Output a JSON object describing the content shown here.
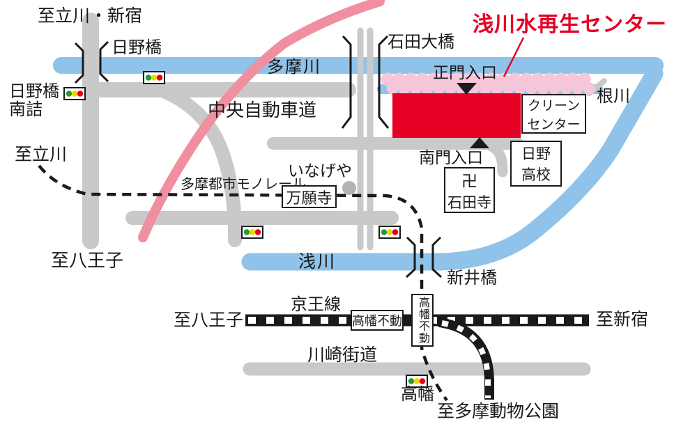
{
  "title": {
    "text": "浅川水再生センター",
    "color": "#e60023"
  },
  "labels": {
    "to_tachikawa_shinjuku": "至立川・新宿",
    "hinobashi": "日野橋",
    "hinobashi_minamizume_l1": "日野橋",
    "hinobashi_minamizume_l2": "南詰",
    "tamagawa": "多摩川",
    "ishida_ohashi": "石田大橋",
    "seimon_iriguchi": "正門入口",
    "negawa": "根川",
    "clean_center_l1": "クリーン",
    "clean_center_l2": "センター",
    "chuo_expressway": "中央自動車道",
    "to_tachikawa": "至立川",
    "tama_monorail": "多摩都市モノレール",
    "inageya": "いなげや",
    "manganji": "万願寺",
    "nanmon_iriguchi": "南門入口",
    "hino_highschool_l1": "日野",
    "hino_highschool_l2": "高校",
    "temple_mark": "卍",
    "ishida_temple": "石田寺",
    "to_hachioji_mid": "至八王子",
    "asakawa": "浅川",
    "araibashi": "新井橋",
    "keio_line": "京王線",
    "to_hachioji_bottom": "至八王子",
    "takahatafudo_keio": "高幡不動",
    "takahatafudo_monorail": "高幡不動",
    "to_shinjuku": "至新宿",
    "kawasaki_kaido": "川崎街道",
    "takahata": "高幡",
    "to_tama_zoo": "至多摩動物公園"
  },
  "colors": {
    "river": "#8fc3e9",
    "road": "#c9c9c9",
    "expressway_pink": "#ef8fa0",
    "trees_pink": "#f6c6da",
    "center_building_red": "#e60023",
    "traffic_green": "#1f9b3c",
    "traffic_yellow": "#f2d500",
    "traffic_red": "#e3001b",
    "rail_black": "#1a1a1a"
  }
}
